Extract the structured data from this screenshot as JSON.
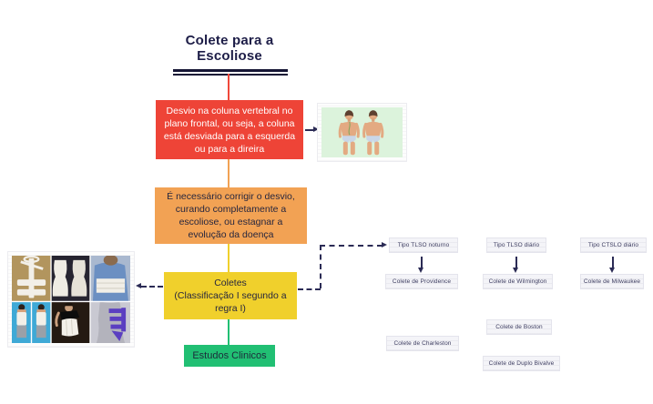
{
  "title": {
    "line1": "Colete para a",
    "line2": "Escoliose"
  },
  "flow_boxes": {
    "desvio": {
      "text": "Desvio na coluna vertebral no plano frontal, ou seja, a coluna está desviada para a esquerda ou para a direira"
    },
    "necessario": {
      "text": "É necessário corrigir o desvio, curando completamente a escoliose, ou estagnar a evolução da doença"
    },
    "coletes": {
      "line1": "Coletes",
      "line2": "(Classificação I segundo a regra I)"
    },
    "estudos": {
      "text": "Estudos Clinicos"
    }
  },
  "brace_columns": [
    {
      "tipo": "Tipo TLSO noturno",
      "colete": "Colete de Providence"
    },
    {
      "tipo": "Tipo TLSO diário",
      "colete": "Colete de Wilmington"
    },
    {
      "tipo": "Tipo CTSLO diário",
      "colete": "Colete de Milwaukee"
    }
  ],
  "extra_coletes": {
    "boston": "Colete de Boston",
    "charleston": "Colete de Charleston",
    "duplo_bivalve": "Colete de Duplo Bivalve"
  },
  "images": {
    "illustration": "scoliosis-back-view-illustration",
    "collage": "scoliosis-braces-photo-collage"
  },
  "colors": {
    "red": "#ee4437",
    "orange": "#f2a254",
    "yellow": "#f0d02c",
    "green": "#21bf73",
    "navy": "#1d1d47",
    "connector": "#2b2b55",
    "illustration_bg": "#dcf3dc"
  }
}
